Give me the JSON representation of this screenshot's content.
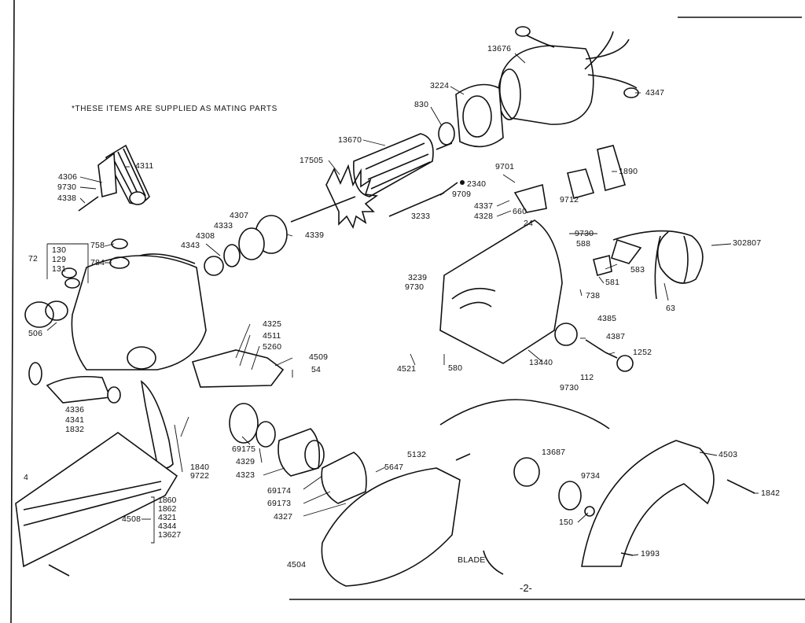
{
  "note": "*THESE ITEMS ARE SUPPLIED AS MATING PARTS",
  "page_number": "-2-",
  "blade_label": "BLADE",
  "parts": {
    "p13676": "13676",
    "p4347": "4347",
    "p3224": "3224",
    "p830": "830",
    "p13670": "13670",
    "p17505": "17505",
    "p4306": "4306",
    "p4311": "4311",
    "p9730a": "9730",
    "p4338": "4338",
    "p9701": "9701",
    "p1890": "1890",
    "p2340": "2340",
    "p9709": "9709",
    "p4337": "4337",
    "p4328": "4328",
    "p660": "660",
    "p24": "24",
    "p9712": "9712",
    "p3233": "3233",
    "p4307": "4307",
    "p4333": "4333",
    "p4308": "4308",
    "p4343": "4343",
    "p4339": "4339",
    "p9730b": "9730",
    "p588": "588",
    "p302807": "302807",
    "p758": "758",
    "p784": "784",
    "p72": "72",
    "p130": "130",
    "p129": "129",
    "p131": "131",
    "p3239": "3239",
    "p9730c": "9730",
    "p581": "581",
    "p583": "583",
    "p738": "738",
    "p63": "63",
    "p506": "506",
    "p4385": "4385",
    "p4387": "4387",
    "p4325": "4325",
    "p4511": "4511",
    "p5260": "5260",
    "p4509": "4509",
    "p54": "54",
    "p4521": "4521",
    "p580": "580",
    "p13440": "13440",
    "p1252": "1252",
    "p112": "112",
    "p9730d": "9730",
    "p4336": "4336",
    "p4341": "4341",
    "p1832": "1832",
    "p69175": "69175",
    "p4329": "4329",
    "p4323": "4323",
    "p1840": "1840",
    "p9722": "9722",
    "p5132": "5132",
    "p13687": "13687",
    "p4503": "4503",
    "p5647": "5647",
    "p9734": "9734",
    "p1842": "1842",
    "p69174": "69174",
    "p69173": "69173",
    "p4327": "4327",
    "p150": "150",
    "p1993": "1993",
    "p4504": "4504",
    "p4508": "4508",
    "p4": "4"
  },
  "group_4508": [
    "1860",
    "1862",
    "4321",
    "4344",
    "13627"
  ]
}
